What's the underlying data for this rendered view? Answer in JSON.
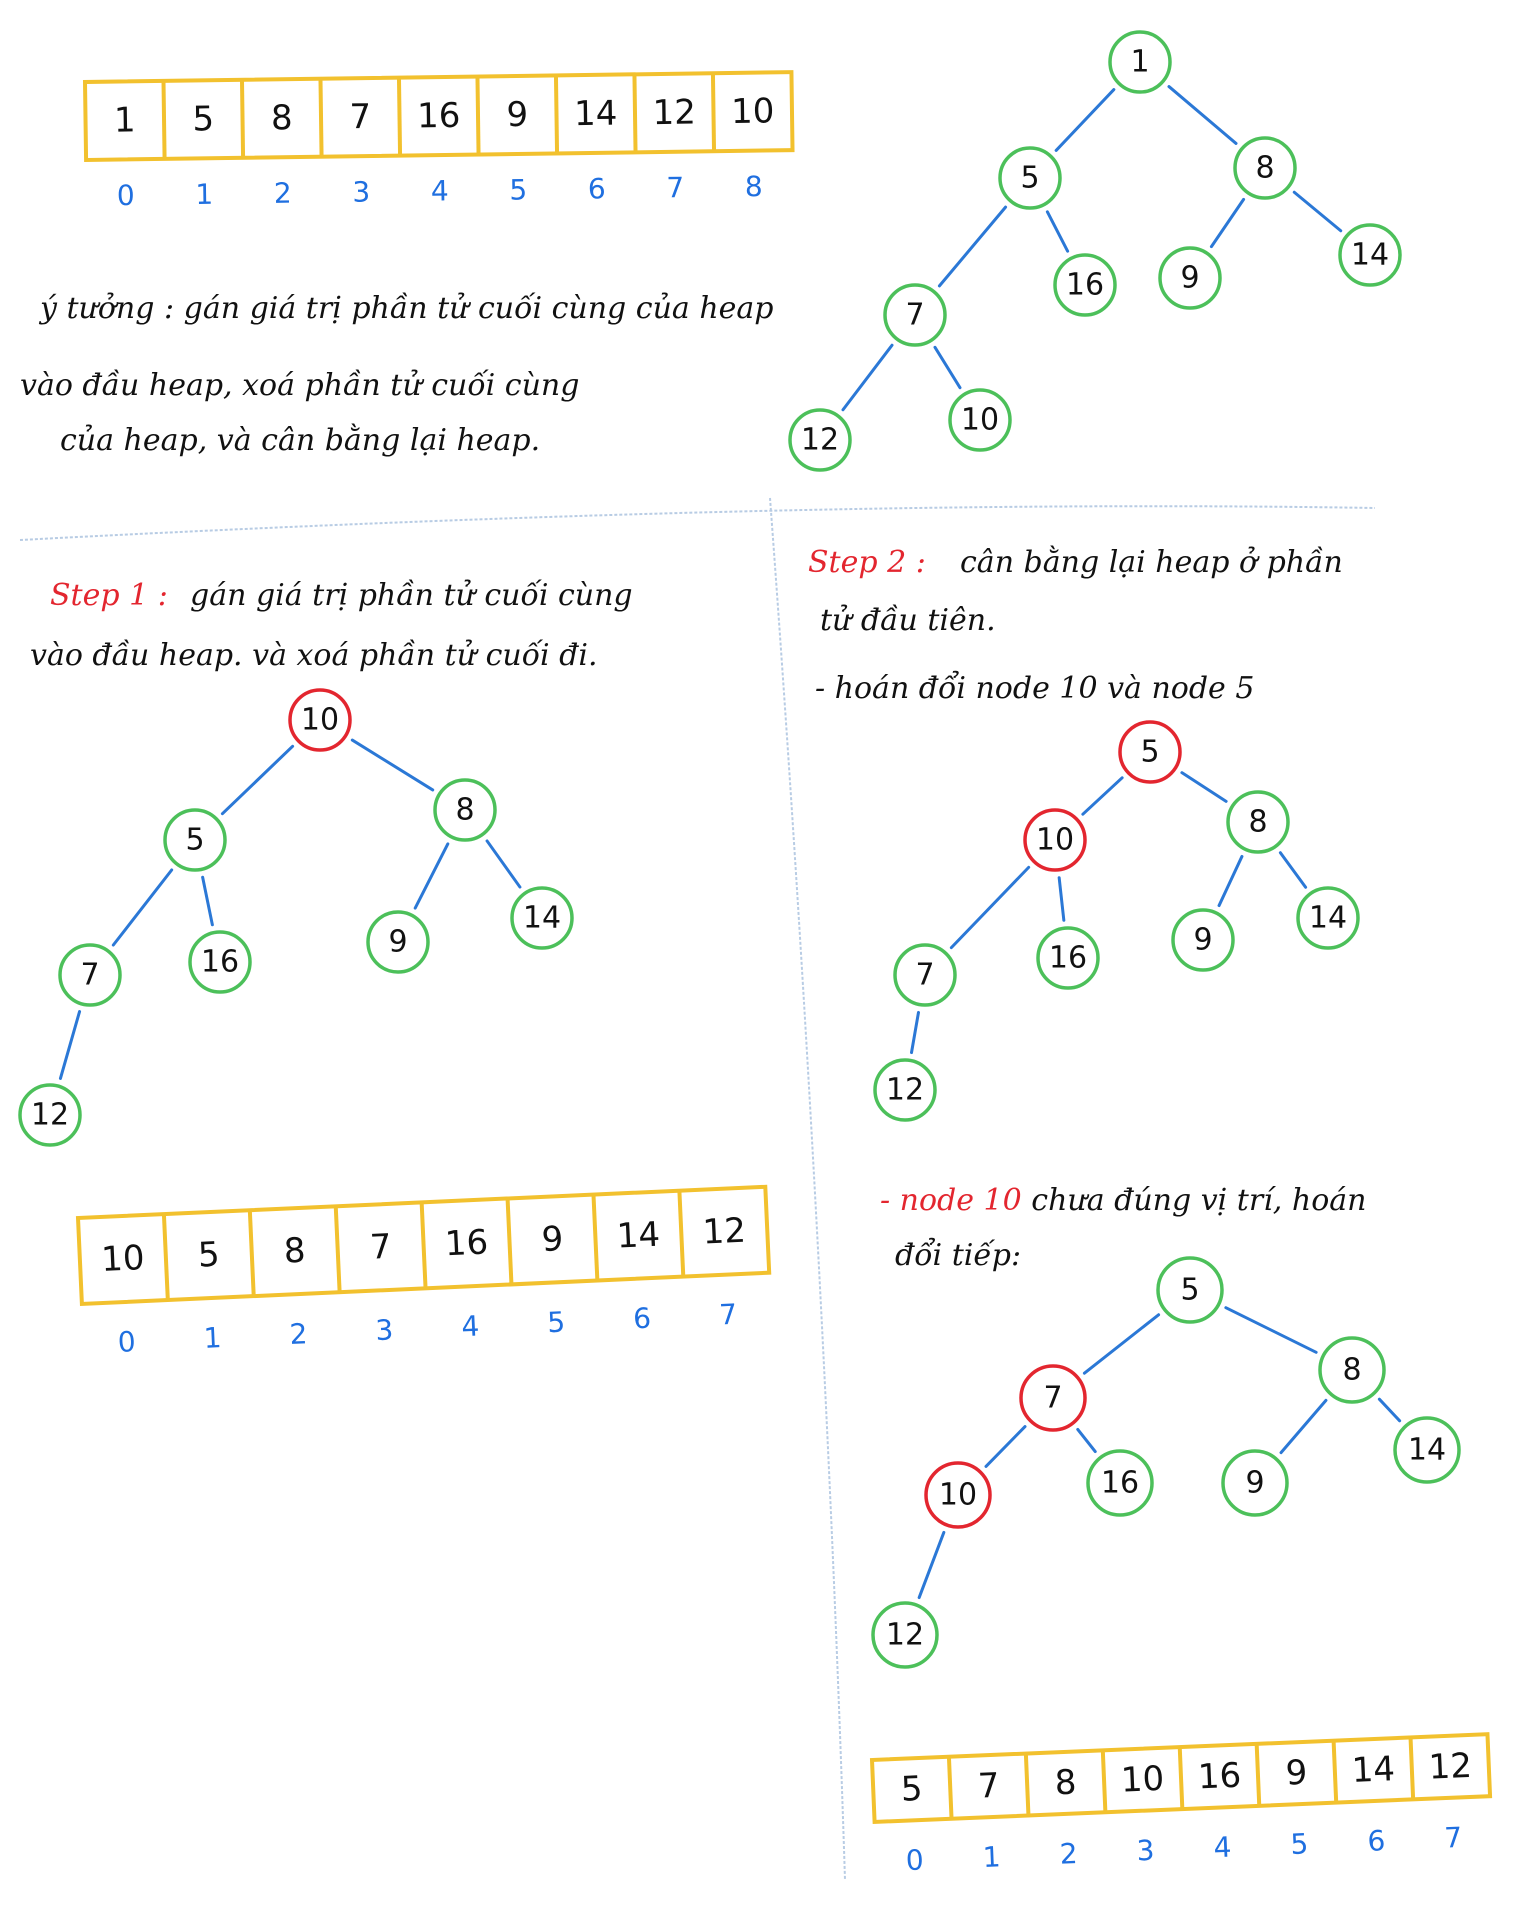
{
  "colors": {
    "node_normal": "#4cc05a",
    "node_highlight": "#e3262f",
    "edge": "#2b78d6",
    "array_frame": "#f2c12e",
    "index": "#1f6fe0",
    "step_label": "#e3262f",
    "ink": "#111111"
  },
  "intro": {
    "array": {
      "values": [
        "1",
        "5",
        "8",
        "7",
        "16",
        "9",
        "14",
        "12",
        "10"
      ],
      "indices": [
        "0",
        "1",
        "2",
        "3",
        "4",
        "5",
        "6",
        "7",
        "8"
      ]
    },
    "text_lines": [
      "ý tưởng : gán giá trị phần tử cuối cùng của heap",
      "vào đầu heap, xoá phần tử cuối cùng",
      "của heap, và cân bằng lại heap."
    ],
    "tree": {
      "nodes": [
        {
          "id": "r",
          "label": "1",
          "highlight": false
        },
        {
          "id": "a",
          "label": "5",
          "highlight": false
        },
        {
          "id": "b",
          "label": "8",
          "highlight": false
        },
        {
          "id": "c",
          "label": "7",
          "highlight": false
        },
        {
          "id": "d",
          "label": "16",
          "highlight": false
        },
        {
          "id": "e",
          "label": "9",
          "highlight": false
        },
        {
          "id": "f",
          "label": "14",
          "highlight": false
        },
        {
          "id": "g",
          "label": "12",
          "highlight": false
        },
        {
          "id": "h",
          "label": "10",
          "highlight": false
        }
      ],
      "edges": [
        [
          "r",
          "a"
        ],
        [
          "r",
          "b"
        ],
        [
          "a",
          "c"
        ],
        [
          "a",
          "d"
        ],
        [
          "b",
          "e"
        ],
        [
          "b",
          "f"
        ],
        [
          "c",
          "g"
        ],
        [
          "c",
          "h"
        ]
      ]
    }
  },
  "step1": {
    "label": "Step 1 :",
    "text_lines": [
      "gán giá trị phần tử cuối cùng",
      "vào đầu heap. và xoá phần tử cuối đi."
    ],
    "tree": {
      "nodes": [
        {
          "id": "r",
          "label": "10",
          "highlight": true
        },
        {
          "id": "a",
          "label": "5",
          "highlight": false
        },
        {
          "id": "b",
          "label": "8",
          "highlight": false
        },
        {
          "id": "c",
          "label": "7",
          "highlight": false
        },
        {
          "id": "d",
          "label": "16",
          "highlight": false
        },
        {
          "id": "e",
          "label": "9",
          "highlight": false
        },
        {
          "id": "f",
          "label": "14",
          "highlight": false
        },
        {
          "id": "g",
          "label": "12",
          "highlight": false
        }
      ],
      "edges": [
        [
          "r",
          "a"
        ],
        [
          "r",
          "b"
        ],
        [
          "a",
          "c"
        ],
        [
          "a",
          "d"
        ],
        [
          "b",
          "e"
        ],
        [
          "b",
          "f"
        ],
        [
          "c",
          "g"
        ]
      ]
    },
    "array": {
      "values": [
        "10",
        "5",
        "8",
        "7",
        "16",
        "9",
        "14",
        "12"
      ],
      "indices": [
        "0",
        "1",
        "2",
        "3",
        "4",
        "5",
        "6",
        "7"
      ]
    }
  },
  "step2": {
    "label": "Step 2 :",
    "text_lines": [
      "cân bằng lại heap ở phần",
      "tử đầu tiên."
    ],
    "swap1_text": "- hoán đổi node 10 và node 5",
    "tree1": {
      "nodes": [
        {
          "id": "r",
          "label": "5",
          "highlight": true
        },
        {
          "id": "a",
          "label": "10",
          "highlight": true
        },
        {
          "id": "b",
          "label": "8",
          "highlight": false
        },
        {
          "id": "c",
          "label": "7",
          "highlight": false
        },
        {
          "id": "d",
          "label": "16",
          "highlight": false
        },
        {
          "id": "e",
          "label": "9",
          "highlight": false
        },
        {
          "id": "f",
          "label": "14",
          "highlight": false
        },
        {
          "id": "g",
          "label": "12",
          "highlight": false
        }
      ],
      "edges": [
        [
          "r",
          "a"
        ],
        [
          "r",
          "b"
        ],
        [
          "a",
          "c"
        ],
        [
          "a",
          "d"
        ],
        [
          "b",
          "e"
        ],
        [
          "b",
          "f"
        ],
        [
          "c",
          "g"
        ]
      ]
    },
    "swap2_prefix": "- node 10",
    "swap2_rest": " chưa đúng vị trí, hoán",
    "swap2_line2": "đổi tiếp:",
    "tree2": {
      "nodes": [
        {
          "id": "r",
          "label": "5",
          "highlight": false
        },
        {
          "id": "a",
          "label": "7",
          "highlight": true
        },
        {
          "id": "b",
          "label": "8",
          "highlight": false
        },
        {
          "id": "c",
          "label": "10",
          "highlight": true
        },
        {
          "id": "d",
          "label": "16",
          "highlight": false
        },
        {
          "id": "e",
          "label": "9",
          "highlight": false
        },
        {
          "id": "f",
          "label": "14",
          "highlight": false
        },
        {
          "id": "g",
          "label": "12",
          "highlight": false
        }
      ],
      "edges": [
        [
          "r",
          "a"
        ],
        [
          "r",
          "b"
        ],
        [
          "a",
          "c"
        ],
        [
          "a",
          "d"
        ],
        [
          "b",
          "e"
        ],
        [
          "b",
          "f"
        ],
        [
          "c",
          "g"
        ]
      ]
    },
    "array": {
      "values": [
        "5",
        "7",
        "8",
        "10",
        "16",
        "9",
        "14",
        "12"
      ],
      "indices": [
        "0",
        "1",
        "2",
        "3",
        "4",
        "5",
        "6",
        "7"
      ]
    }
  }
}
